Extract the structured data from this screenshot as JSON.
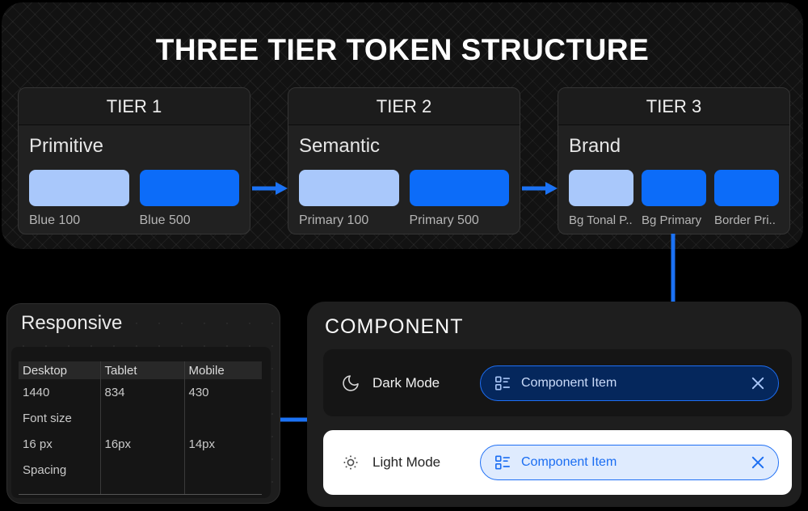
{
  "hero": {
    "title": "THREE TIER TOKEN STRUCTURE"
  },
  "tiers": [
    {
      "header": "TIER 1",
      "label": "Primitive",
      "swatches": [
        {
          "name": "Blue 100",
          "color": "#A9C8FB"
        },
        {
          "name": "Blue 500",
          "color": "#0C6CF9"
        }
      ]
    },
    {
      "header": "TIER 2",
      "label": "Semantic",
      "swatches": [
        {
          "name": "Primary 100",
          "color": "#A9C8FB"
        },
        {
          "name": "Primary 500",
          "color": "#0C6CF9"
        }
      ]
    },
    {
      "header": "TIER 3",
      "label": "Brand",
      "swatches": [
        {
          "name": "Bg Tonal P...",
          "color": "#B2CCFA"
        },
        {
          "name": "Bg Primary",
          "color": "#0F6FF8"
        },
        {
          "name": "Border Pri..",
          "color": "#0F6FF8"
        }
      ]
    }
  ],
  "responsive": {
    "title": "Responsive",
    "table": {
      "headers": [
        "Desktop",
        "Tablet",
        "Mobile"
      ],
      "rows": [
        [
          "1440",
          "834",
          "430"
        ],
        [
          "Font size",
          "",
          ""
        ],
        [
          "16 px",
          "16px",
          "14px"
        ],
        [
          "Spacing",
          "",
          ""
        ]
      ]
    }
  },
  "component": {
    "title": "COMPONENT",
    "dark": {
      "mode_label": "Dark Mode",
      "item_label": "Component Item"
    },
    "light": {
      "mode_label": "Light Mode",
      "item_label": "Component Item"
    }
  },
  "colors": {
    "accent_blue": "#1B72F4",
    "swatch_light": "#A9C8FB",
    "swatch_bright": "#0C6CF9",
    "pill_border": "#1E6FF4",
    "pill_dark_bg": "#05275C",
    "pill_light_bg": "#DFEBFE"
  }
}
